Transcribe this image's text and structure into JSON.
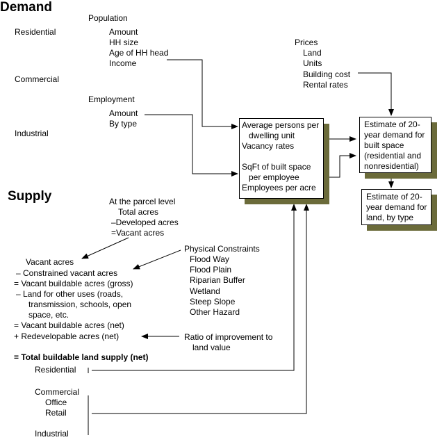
{
  "demand": {
    "title": "Demand",
    "categories": [
      "Residential",
      "Commercial",
      "Industrial"
    ],
    "population": {
      "label": "Population",
      "items": [
        "Amount",
        "HH size",
        "Age of HH head",
        "Income"
      ]
    },
    "employment": {
      "label": "Employment",
      "items": [
        "Amount",
        "By type"
      ]
    },
    "prices": {
      "label": "Prices",
      "items": [
        "Land",
        "Units",
        "Building cost",
        "Rental rates"
      ]
    },
    "factors_box": {
      "lines": [
        "Average persons per",
        "dwelling unit",
        "Vacancy rates",
        "",
        "SqFt of built space",
        "per employee",
        "Employees per acre"
      ]
    },
    "built_space_box": {
      "lines": [
        "Estimate of 20-",
        "year demand for",
        "built space",
        "(residential and",
        "nonresidential)"
      ]
    },
    "land_box": {
      "lines": [
        "Estimate of 20-",
        "year demand for",
        "land, by type"
      ]
    }
  },
  "supply": {
    "title": "Supply",
    "parcel": {
      "lines": [
        "At the parcel level",
        "Total acres",
        "–Developed acres",
        "=Vacant acres"
      ]
    },
    "calc": {
      "lines": [
        "Vacant acres",
        "– Constrained vacant acres",
        "= Vacant buildable acres (gross)",
        "– Land for other uses (roads,",
        "transmission, schools, open",
        "space, etc.",
        "= Vacant buildable acres (net)",
        "+  Redevelopable acres (net)"
      ],
      "total": "=  Total buildable land supply (net)"
    },
    "constraints": {
      "label": "Physical Constraints",
      "items": [
        "Flood Way",
        "Flood Plain",
        "Riparian Buffer",
        "Wetland",
        "Steep Slope",
        "Other Hazard"
      ]
    },
    "ratio": {
      "lines": [
        "Ratio of improvement to",
        "land value"
      ]
    },
    "types": [
      "Residential",
      "Commercial",
      "Office",
      "Retail",
      "Industrial"
    ]
  },
  "colors": {
    "shadow": "#6b6b3a",
    "line": "#000000"
  }
}
